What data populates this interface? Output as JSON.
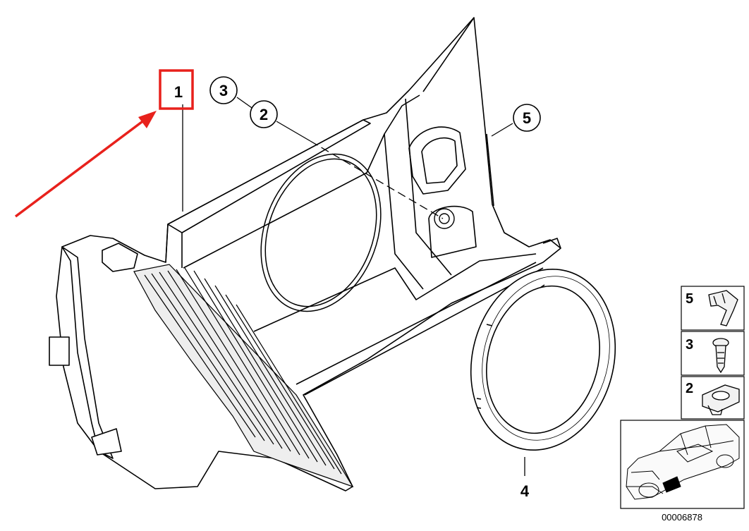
{
  "callouts": {
    "part_1": "1",
    "part_2": "2",
    "part_3": "3",
    "part_4": "4",
    "part_5": "5"
  },
  "legend": {
    "items": [
      {
        "number": "5",
        "icon": "clip-icon"
      },
      {
        "number": "3",
        "icon": "plastic-rivet-icon"
      },
      {
        "number": "2",
        "icon": "grommet-clip-icon"
      }
    ],
    "car_thumbnail_icon": "car-location-icon"
  },
  "diagram_id": "00006878",
  "colors": {
    "highlight": "#e8211c",
    "line": "#000000",
    "panel_fill": "#f2f2f2"
  }
}
